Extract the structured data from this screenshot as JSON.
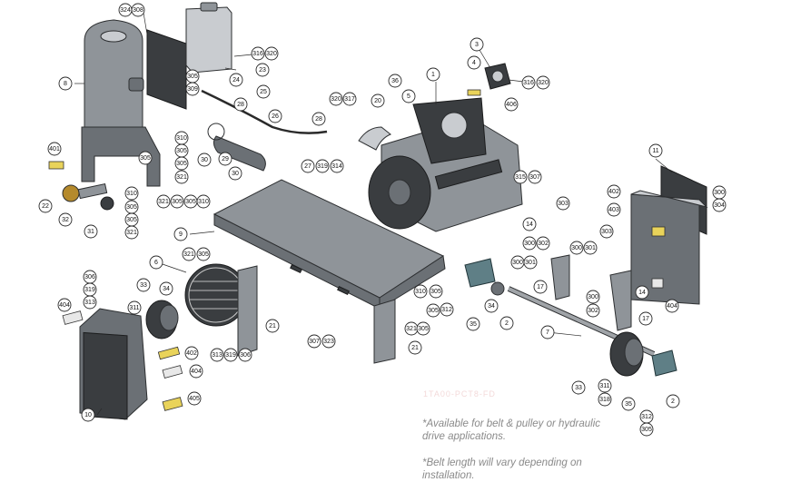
{
  "watermark": "1TA00-PCT8-FD",
  "notes": {
    "note1": "*Available for belt & pulley or hydraulic\ndrive applications.",
    "note2": "*Belt length will vary depending on\ninstallation."
  },
  "callouts": [
    "324",
    "308",
    "316",
    "320",
    "23",
    "24",
    "305",
    "309",
    "25",
    "28",
    "8",
    "26",
    "28",
    "310",
    "305",
    "305",
    "321",
    "305",
    "401",
    "310",
    "305",
    "305",
    "321",
    "22",
    "32",
    "31",
    "30",
    "29",
    "30",
    "27",
    "319",
    "314",
    "321",
    "305",
    "305",
    "310",
    "9",
    "320",
    "317",
    "20",
    "36",
    "5",
    "1",
    "3",
    "4",
    "316",
    "320",
    "406",
    "315",
    "307",
    "11",
    "402",
    "403",
    "300",
    "304",
    "303",
    "14",
    "300",
    "302",
    "300",
    "301",
    "300",
    "301",
    "17",
    "303",
    "300",
    "302",
    "14",
    "17",
    "404",
    "6",
    "321",
    "305",
    "306",
    "319",
    "313",
    "33",
    "34",
    "311",
    "404",
    "21",
    "313",
    "319",
    "306",
    "402",
    "404",
    "405",
    "10",
    "21",
    "307",
    "323",
    "321",
    "305",
    "310",
    "305",
    "305",
    "312",
    "35",
    "34",
    "2",
    "7",
    "33",
    "311",
    "318",
    "35",
    "2",
    "312",
    "305"
  ]
}
